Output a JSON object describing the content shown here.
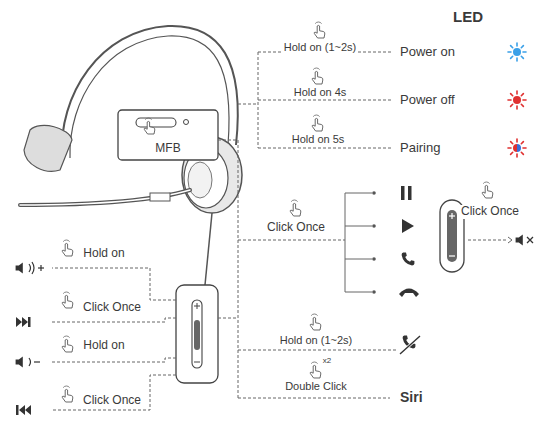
{
  "diagram": {
    "nodes": [
      {
        "text": [
          "MFB"
        ]
      }
    ],
    "labels": [
      "LED",
      "Hold on (1~2s)",
      "Power on",
      "Hold on 4s",
      "Power off",
      "Hold on 5s",
      "Pairing",
      "Click Once",
      "Click Once",
      "Hold on",
      "Click Once",
      "Hold on",
      "Click Once",
      "Hold on (1~2s)",
      "x2",
      "Double Click",
      "Siri"
    ]
  }
}
